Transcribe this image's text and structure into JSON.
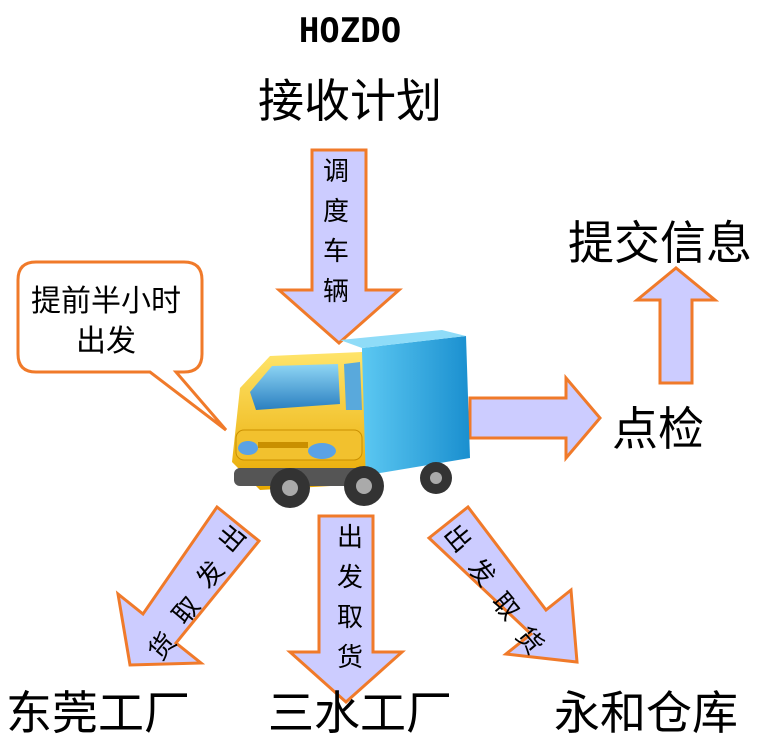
{
  "brand": "HOZDO",
  "plan_label": "接收计划",
  "dispatch_arrow": [
    "调",
    "度",
    "车",
    "辆"
  ],
  "bubble": "提前半小时出发",
  "submit_label": "提交信息",
  "check_label": "点检",
  "pickup_arrow": [
    "出",
    "发",
    "取",
    "货"
  ],
  "destinations": [
    "东莞工厂",
    "三水工厂",
    "永和仓库"
  ],
  "colors": {
    "arrow_fill": "#ccccff",
    "arrow_stroke": "#f07a2a",
    "truck_cab": "#f5c518",
    "truck_box": "#2aa8e0"
  },
  "icons": [
    "delivery-truck-icon"
  ]
}
